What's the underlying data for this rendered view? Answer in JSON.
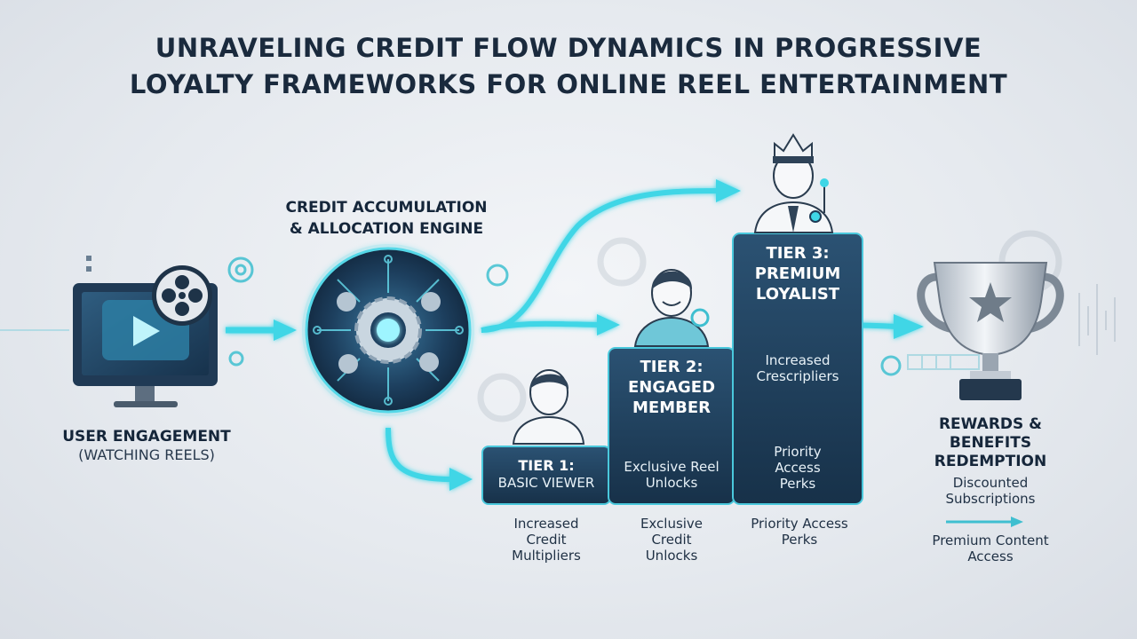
{
  "title": {
    "line1": "UNRAVELING CREDIT FLOW DYNAMICS IN PROGRESSIVE",
    "line2": "LOYALTY FRAMEWORKS FOR ONLINE REEL ENTERTAINMENT"
  },
  "engine": {
    "line1": "CREDIT ACCUMULATION",
    "line2": "& ALLOCATION ENGINE"
  },
  "engagement": {
    "line1": "USER ENGAGEMENT",
    "line2": "(WATCHING REELS)"
  },
  "tier1": {
    "name": "TIER 1:",
    "subtitle": "BASIC VIEWER",
    "below": [
      "Increased",
      "Credit",
      "Multipliers"
    ]
  },
  "tier2": {
    "line1": "TIER 2:",
    "line2": "ENGAGED",
    "line3": "MEMBER",
    "inner": [
      "Exclusive Reel",
      "Unlocks"
    ],
    "below": [
      "Exclusive",
      "Credit",
      "Unlocks"
    ]
  },
  "tier3": {
    "line1": "TIER 3:",
    "line2": "PREMIUM",
    "line3": "LOYALIST",
    "inner_top": [
      "Increased",
      "Crescripliers"
    ],
    "inner_bottom": [
      "Priority",
      "Access",
      "Perks"
    ],
    "below": [
      "Priority Access",
      "Perks"
    ]
  },
  "rewards": {
    "line1": "REWARDS &",
    "line2": "BENEFITS",
    "line3": "REDEMPTION",
    "item1": [
      "Discounted",
      "Subscriptions"
    ],
    "item2": [
      "Premium Content",
      "Access"
    ]
  },
  "colors": {
    "accent": "#3fd6e6",
    "navy": "#1d3a55",
    "text": "#1a2a3d"
  },
  "icons": [
    "monitor-icon",
    "play-icon",
    "film-reel-icon",
    "gear-icon",
    "circuit-engine-icon",
    "person-icon",
    "crowned-person-icon",
    "trophy-icon",
    "star-icon"
  ]
}
